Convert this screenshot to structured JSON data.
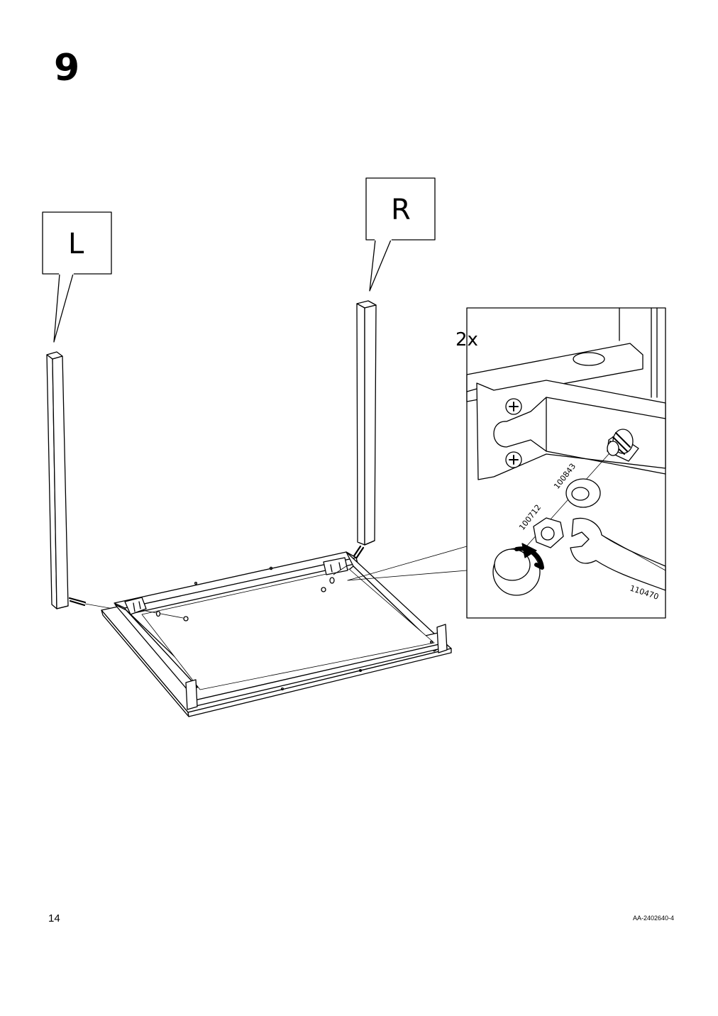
{
  "step": {
    "number": "9"
  },
  "callouts": {
    "left_label": "L",
    "right_label": "R"
  },
  "detail": {
    "quantity": "2x",
    "parts": [
      {
        "id": "100843"
      },
      {
        "id": "100712"
      },
      {
        "id": "110470"
      }
    ]
  },
  "footer": {
    "page_number": "14",
    "document_code": "AA-2402640-4"
  }
}
